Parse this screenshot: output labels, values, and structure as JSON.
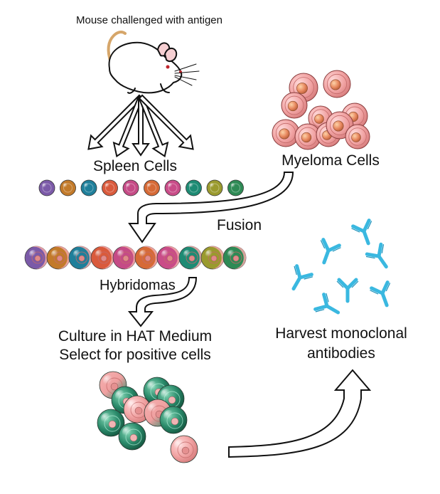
{
  "labels": {
    "mouse": "Mouse challenged with antigen",
    "spleen_cells": "Spleen Cells",
    "myeloma_cells": "Myeloma Cells",
    "fusion": "Fusion",
    "hybridomas": "Hybridomas",
    "culture_line1": "Culture in HAT Medium",
    "culture_line2": "Select for positive cells",
    "harvest_line1": "Harvest monoclonal",
    "harvest_line2": "antibodies"
  },
  "colors": {
    "spleen_cells": [
      "#7b5aa8",
      "#c27a2a",
      "#1f7f9a",
      "#d95a3c",
      "#c54b86",
      "#d66a36",
      "#c94c88",
      "#1e8b74",
      "#9a9a2e",
      "#2e8a55"
    ],
    "myeloma_body": "#f1a3a3",
    "myeloma_nucleus": "#e8885f",
    "hybrid_body": "#f0a0a0",
    "green_cell": "#2a8a6a",
    "antibody": "#3ab8e0",
    "arrow_stroke": "#111111"
  }
}
